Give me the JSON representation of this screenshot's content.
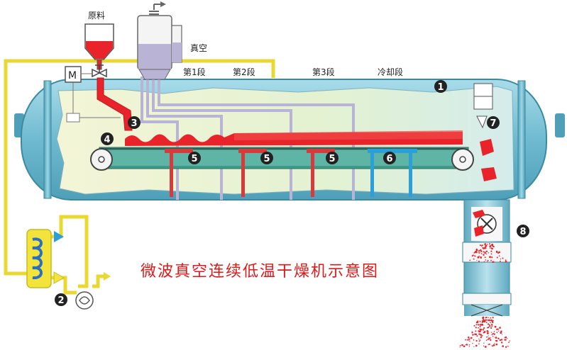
{
  "labels": {
    "raw_material": "原料",
    "motor": "M",
    "vacuum": "真空",
    "stage1": "第1段",
    "stage2": "第2段",
    "stage3": "第3段",
    "cooling": "冷却段",
    "title": "微波真空连续低温干燥机示意图"
  },
  "callouts": [
    "1",
    "2",
    "3",
    "4",
    "5",
    "5",
    "5",
    "6",
    "7",
    "8"
  ],
  "colors": {
    "shell": "#7fc6d9",
    "chamber": "#e8f6d0",
    "product": "#e8232a",
    "belt_frame": "#3f9a8a",
    "heater_pipe": "#d63a3a",
    "cooling_pipe": "#2b9fd8",
    "vacuum_pipe": "#b9b3d6",
    "water_pipe": "#f2e43a",
    "badge": "#222222"
  }
}
